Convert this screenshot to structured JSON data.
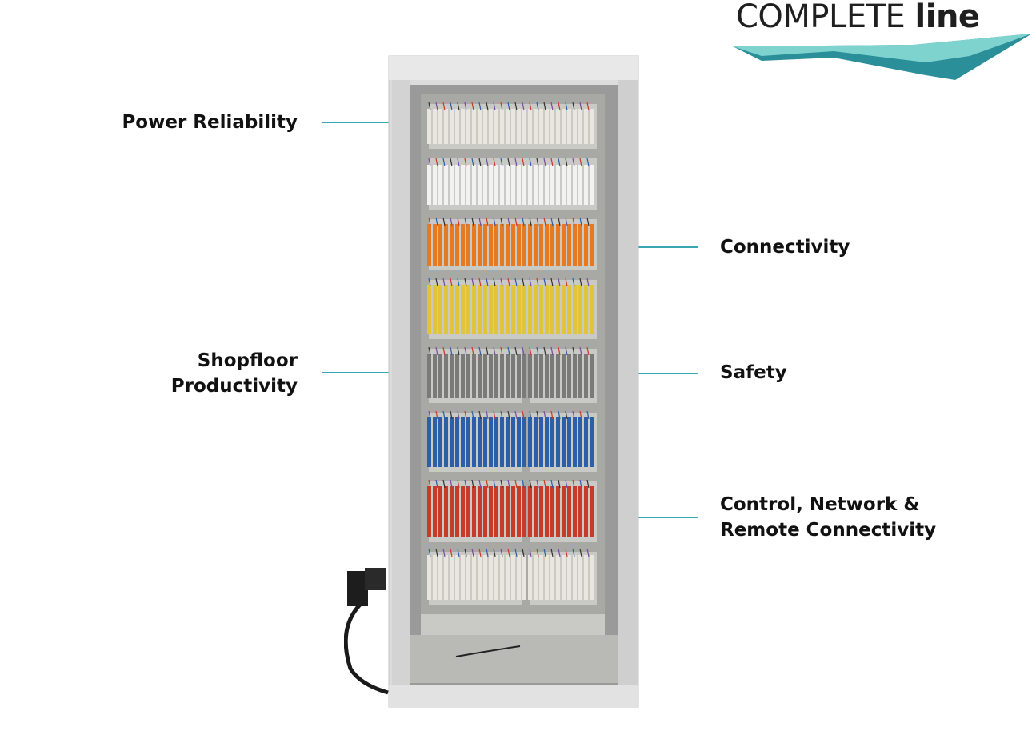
{
  "logo": {
    "word1": "COMPLETE",
    "word2": "line"
  },
  "callouts": {
    "power": {
      "text": "Power Reliability"
    },
    "shopfloor": {
      "line1": "Shopfloor",
      "line2": "Productivity"
    },
    "connectivity": {
      "text": "Connectivity"
    },
    "safety": {
      "text": "Safety"
    },
    "control": {
      "line1": "Control, Network &",
      "line2": "Remote Connectivity"
    }
  },
  "colors": {
    "accent": "#3aa6b0",
    "logo_band_light": "#7fd3cf",
    "logo_band_dark": "#2b8f99",
    "text": "#111111"
  }
}
